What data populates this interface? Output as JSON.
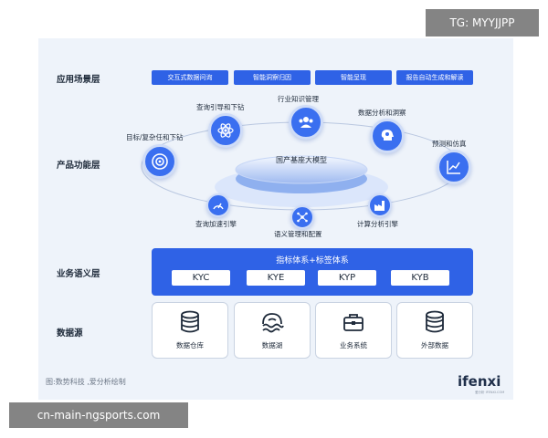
{
  "layers": {
    "application": "应用场景层",
    "function": "产品功能层",
    "semantic": "业务语义层",
    "datasource": "数据源"
  },
  "application_items": [
    "交互式数据问询",
    "智能洞察归因",
    "智能呈现",
    "报告自动生成和解读"
  ],
  "function_center": "国产基座大模型",
  "function_items": [
    {
      "label": "目标/复杂任和下钻",
      "icon": "target-icon"
    },
    {
      "label": "查询引导和下钻",
      "icon": "atom-icon"
    },
    {
      "label": "行业知识管理",
      "icon": "users-icon"
    },
    {
      "label": "数据分析和洞察",
      "icon": "brain-icon"
    },
    {
      "label": "预测和仿真",
      "icon": "trend-chart-icon"
    },
    {
      "label": "查询加速引擎",
      "icon": "speedometer-icon"
    },
    {
      "label": "语义管理和配置",
      "icon": "network-icon"
    },
    {
      "label": "计算分析引擎",
      "icon": "factory-icon"
    }
  ],
  "semantic": {
    "title": "指标体系+标签体系",
    "chips": [
      "KYC",
      "KYE",
      "KYP",
      "KYB"
    ]
  },
  "datasources": [
    {
      "label": "数据仓库",
      "icon": "database-icon"
    },
    {
      "label": "数据湖",
      "icon": "lake-icon"
    },
    {
      "label": "业务系统",
      "icon": "briefcase-icon"
    },
    {
      "label": "外部数据",
      "icon": "database-icon"
    }
  ],
  "caption": "图:数势科技 ,爱分析绘制",
  "brand": {
    "name": "ifenxi",
    "sub": "爱分析 IFENXI.COM"
  },
  "watermarks": {
    "top": "TG: MYYJJPP",
    "bottom": "cn-main-ngsports.com"
  },
  "colors": {
    "accent": "#2f62e6",
    "panel": "#eef3fa",
    "text": "#1e2a3a"
  }
}
